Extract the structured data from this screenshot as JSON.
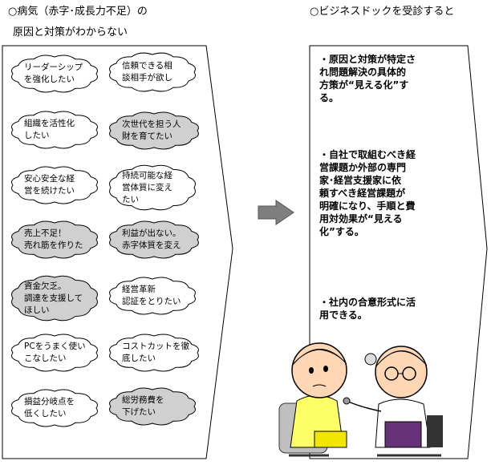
{
  "left_heading": {
    "line1": "○病気（赤字･成長力不足）の",
    "line2": "原因と対策がわからない"
  },
  "right_heading": "○ビジネスドックを受診すると",
  "bubbles": [
    {
      "lines": [
        "リーダーシップ",
        "を強化したい"
      ],
      "fill": "#ffffff"
    },
    {
      "lines": [
        "信頼できる相",
        "談相手が欲し"
      ],
      "fill": "#ffffff"
    },
    {
      "lines": [
        "組織を活性化",
        "したい"
      ],
      "fill": "#ffffff"
    },
    {
      "lines": [
        "次世代を担う人",
        "財を育てたい"
      ],
      "fill": "#d0d0d0"
    },
    {
      "lines": [
        "安心安全な経",
        "営を続けたい"
      ],
      "fill": "#ffffff"
    },
    {
      "lines": [
        "持続可能な経",
        "営体質に変え",
        "たい"
      ],
      "fill": "#ffffff"
    },
    {
      "lines": [
        "売上不足！",
        "売れ筋を作りた"
      ],
      "fill": "#d0d0d0"
    },
    {
      "lines": [
        "利益が出ない。",
        "赤字体質を変え"
      ],
      "fill": "#d0d0d0"
    },
    {
      "lines": [
        "資金欠乏。",
        "調達を支援して",
        "ほしい"
      ],
      "fill": "#d0d0d0"
    },
    {
      "lines": [
        "経営革新",
        "認証をとりたい"
      ],
      "fill": "#ffffff"
    },
    {
      "lines": [
        "PCをうまく使い",
        "こなしたい"
      ],
      "fill": "#ffffff"
    },
    {
      "lines": [
        "コストカットを徹",
        "底したい"
      ],
      "fill": "#ffffff"
    },
    {
      "lines": [
        "損益分岐点を",
        "低くしたい"
      ],
      "fill": "#ffffff"
    },
    {
      "lines": [
        "総労務費を",
        "下げたい"
      ],
      "fill": "#d0d0d0"
    }
  ],
  "benefits": [
    {
      "lines": [
        "・原因と対策が特定さ",
        "れ問題解決の具体的",
        "方策が“見える化”す",
        "る。"
      ]
    },
    {
      "lines": [
        "・自社で取組むべき経",
        "営課題か外部の専門",
        "家･経営支援家に依",
        "頼すべき経営課題が",
        "明確になり、手順と費",
        "用対効果が“見える",
        "化”する。"
      ]
    },
    {
      "lines": [
        "・社内の合意形式に活",
        "用できる。"
      ]
    }
  ],
  "colors": {
    "arrow": "#7f7f7f",
    "bubble_gray": "#d0d0d0"
  }
}
